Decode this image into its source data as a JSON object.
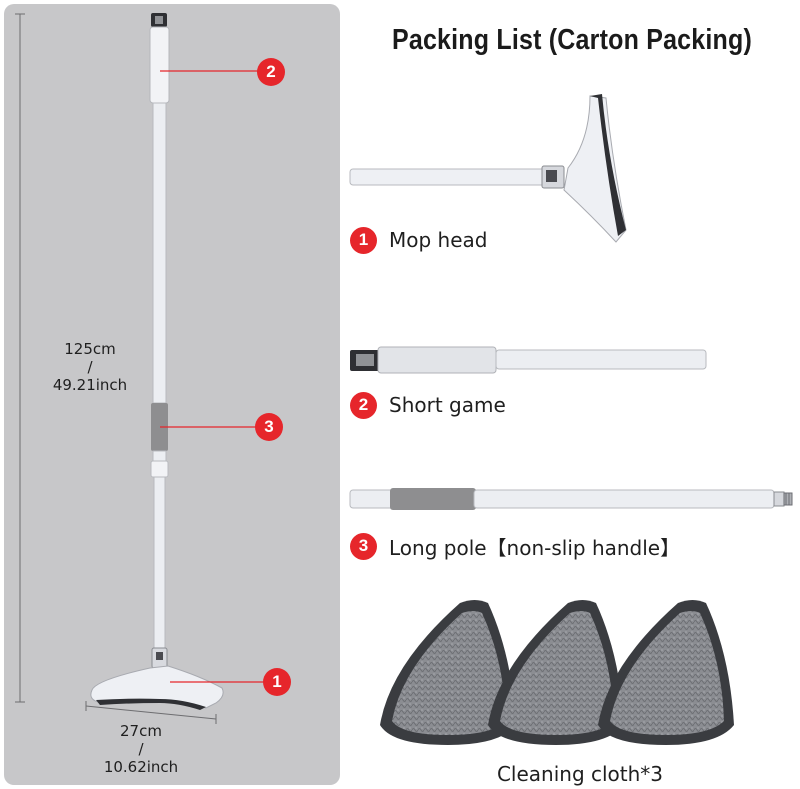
{
  "title": "Packing List (Carton Packing)",
  "items": [
    {
      "number": "1",
      "label": "Mop head"
    },
    {
      "number": "2",
      "label": "Short game"
    },
    {
      "number": "3",
      "label": "Long pole【non-slip handle】"
    }
  ],
  "cloth_label": "Cleaning cloth*3",
  "dimensions": {
    "height_cm": "125cm",
    "height_slash": "/",
    "height_inch": "49.21inch",
    "width_cm": "27cm",
    "width_slash": "/",
    "width_inch": "10.62inch"
  },
  "callouts": [
    "2",
    "3",
    "1"
  ],
  "colors": {
    "accent_red": "#e6262b",
    "panel_gray": "#c7c7c9",
    "pole_white": "#eef0f4",
    "grip_gray": "#8e8e90",
    "cloth_dark": "#3a3c40"
  }
}
